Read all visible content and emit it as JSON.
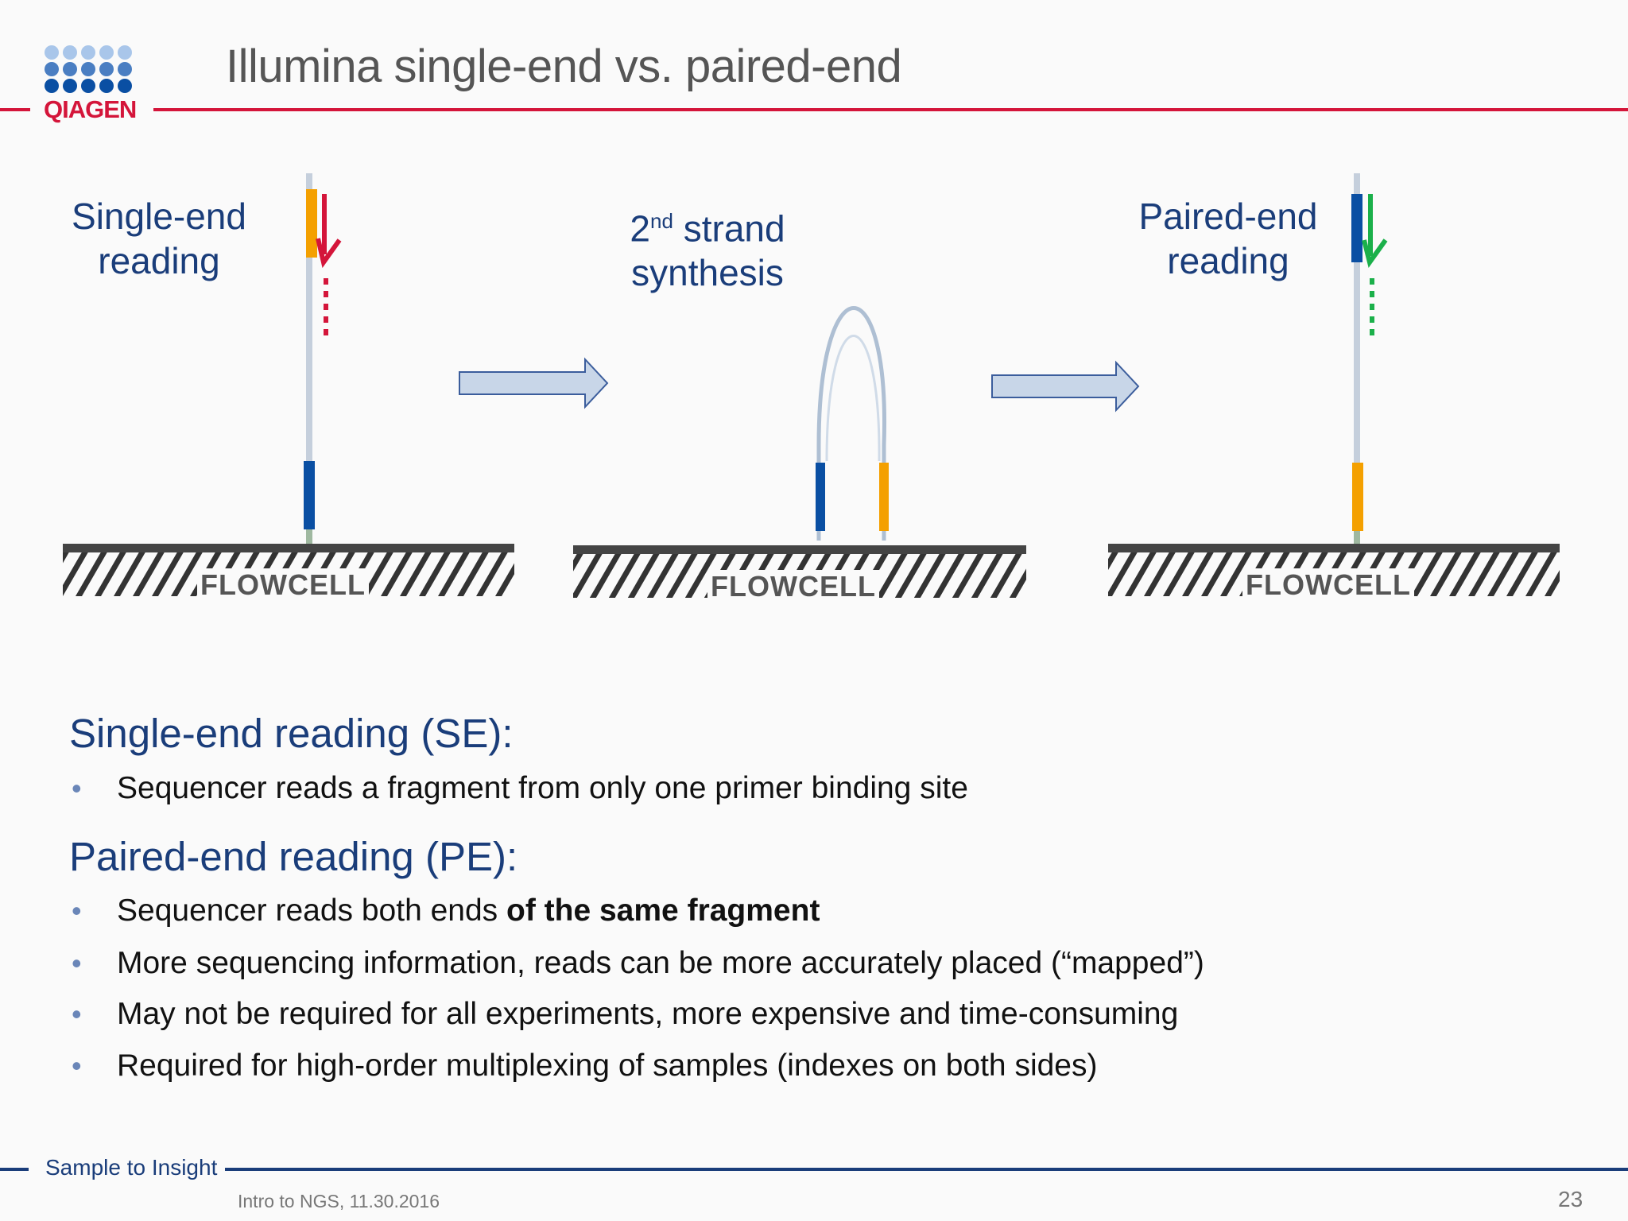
{
  "header": {
    "logo_text": "QIAGEN",
    "title": "Illumina single-end vs. paired-end"
  },
  "diagram": {
    "panel_single": {
      "line1": "Single-end",
      "line2": "reading"
    },
    "panel_synthesis": {
      "line1_base": "2",
      "line1_sup": "nd",
      "line1_rest": " strand",
      "line2": "synthesis"
    },
    "panel_paired": {
      "line1": "Paired-end",
      "line2": "reading"
    },
    "flowcell_label": "FLOWCELL"
  },
  "body": {
    "se_heading": "Single-end reading (SE):",
    "se_bullets": [
      "Sequencer reads a fragment from only one primer binding site"
    ],
    "pe_heading": "Paired-end reading (PE):",
    "pe_bullet1_plain": "Sequencer reads both ends ",
    "pe_bullet1_bold": "of the same fragment",
    "pe_bullets": [
      "More sequencing information, reads can be more accurately placed (“mapped”)",
      "May not be required for all experiments, more expensive and time-consuming",
      "Required for high-order multiplexing of samples (indexes on both sides)"
    ]
  },
  "footer": {
    "tagline": "Sample to Insight",
    "date": "Intro to NGS, 11.30.2016",
    "page": "23"
  },
  "colors": {
    "brand_red": "#d4153a",
    "navy": "#1a3d7a",
    "orange": "#f4a000",
    "blue_bar": "#0a4fa3",
    "green_arrow": "#1bb04a",
    "arrow_fill": "#c8d6e8",
    "arrow_stroke": "#3b5d9c"
  }
}
